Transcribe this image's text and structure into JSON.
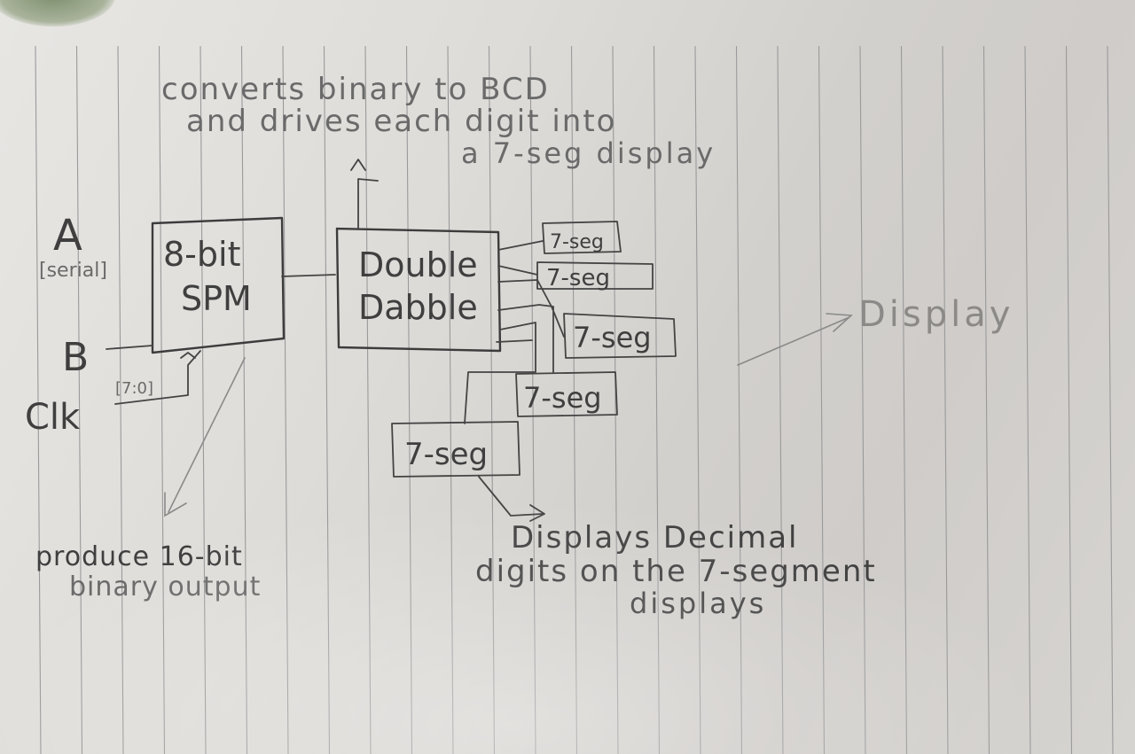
{
  "notes": {
    "top_line1": "converts binary to BCD",
    "top_line2": "and drives each digit into",
    "top_line3": "a 7-seg display",
    "produce_line1": "produce 16-bit",
    "produce_line2": "binary output",
    "displays_line1": "Displays Decimal",
    "displays_line2": "digits on the 7-segment",
    "displays_line3": "displays",
    "display_label": "Display"
  },
  "inputs": {
    "a": "A",
    "a_note": "[serial]",
    "b": "B",
    "b_note": "[7:0]",
    "clk": "Clk"
  },
  "blocks": {
    "spm_line1": "8-bit",
    "spm_line2": "SPM",
    "dd_line1": "Double",
    "dd_line2": "Dabble"
  },
  "segments": [
    "7-seg",
    "7-seg",
    "7-seg",
    "7-seg",
    "7-seg"
  ]
}
